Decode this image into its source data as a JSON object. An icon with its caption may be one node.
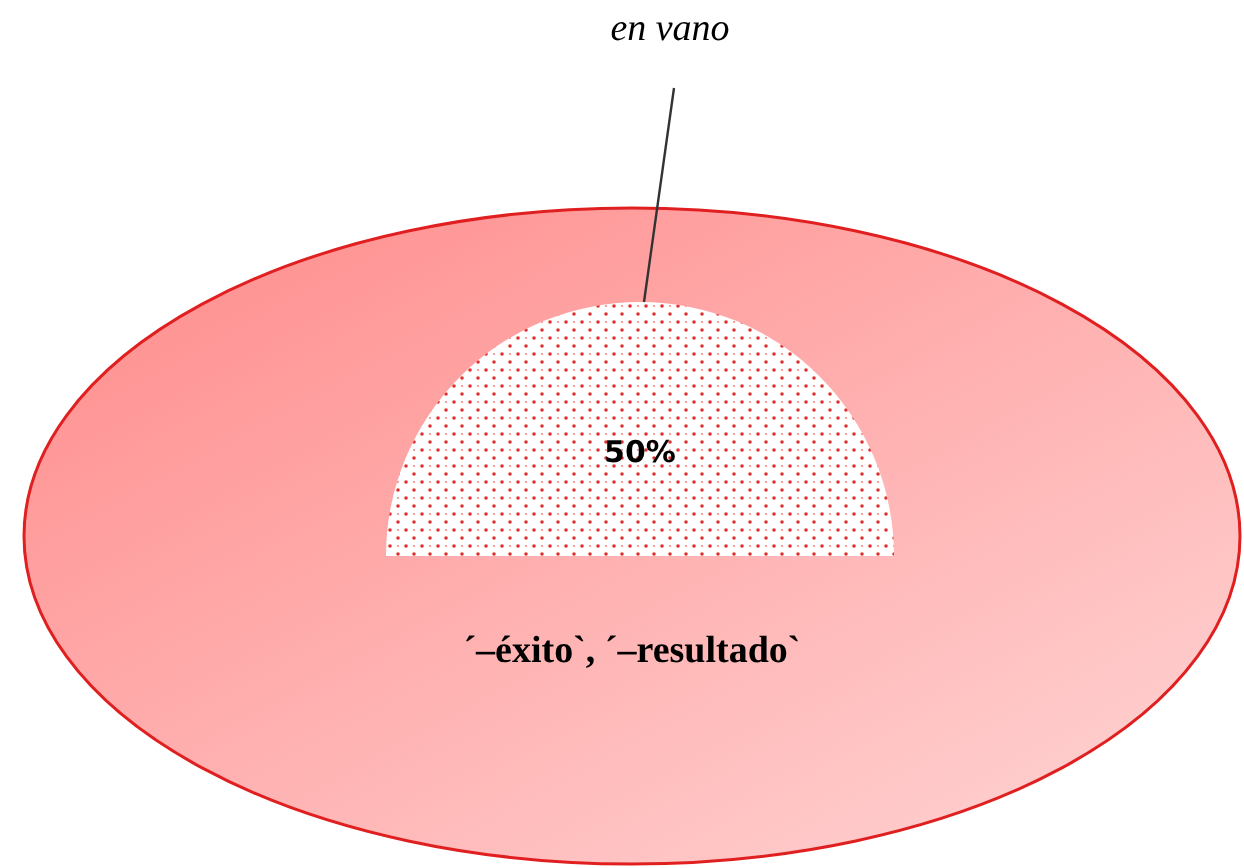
{
  "diagram": {
    "nodes": [
      {
        "text": [
          "´–éxito`, ´–resultado`"
        ]
      },
      {
        "text": [
          "50%"
        ],
        "in": 0
      },
      {
        "text": [
          "en vano"
        ]
      }
    ],
    "edges": [
      {
        "from": 2,
        "to": 1,
        "arrow": "none"
      }
    ]
  }
}
